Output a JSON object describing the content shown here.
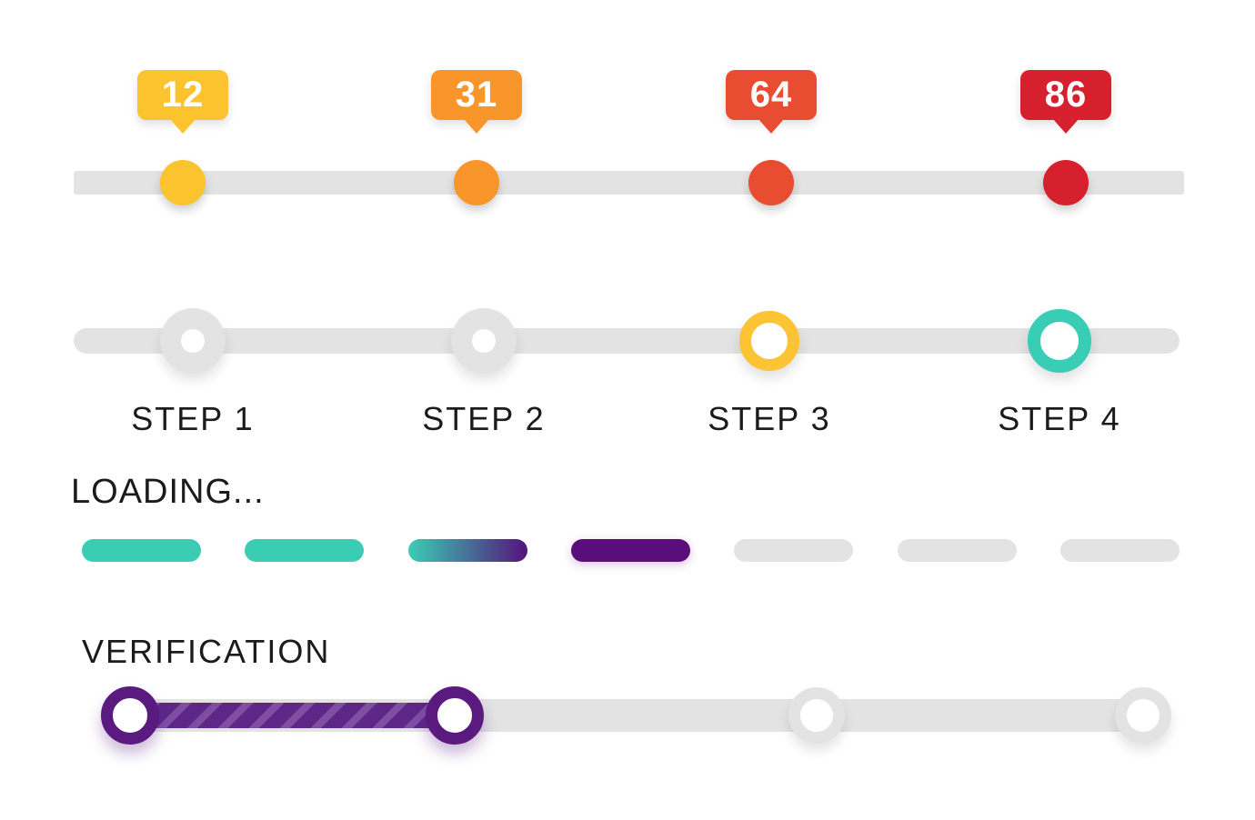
{
  "text_color": "#1b1b1b",
  "track_color": "#e3e3e3",
  "tooltip_slider": {
    "points": [
      {
        "value": "12",
        "color": "#fbc32d"
      },
      {
        "value": "31",
        "color": "#f8962b"
      },
      {
        "value": "64",
        "color": "#e84c31"
      },
      {
        "value": "86",
        "color": "#d7202e"
      }
    ]
  },
  "step_slider": {
    "steps": [
      {
        "label": "STEP 1",
        "state": "pending",
        "node_color": "#e3e3e3"
      },
      {
        "label": "STEP 2",
        "state": "pending",
        "node_color": "#e3e3e3"
      },
      {
        "label": "STEP 3",
        "state": "active",
        "ring_color": "#fcc335"
      },
      {
        "label": "STEP 4",
        "state": "active",
        "ring_color": "#38cdb4"
      }
    ]
  },
  "loading_bar": {
    "label": "LOADING...",
    "segments": [
      {
        "state": "complete",
        "color": "#3bcdb4"
      },
      {
        "state": "complete",
        "color": "#3bcdb4"
      },
      {
        "state": "in-progress",
        "color_start": "#3bcdb4",
        "color_end": "#54137b"
      },
      {
        "state": "current",
        "color": "#5a0e7c"
      },
      {
        "state": "pending",
        "color": "#e3e3e3"
      },
      {
        "state": "pending",
        "color": "#e3e3e3"
      },
      {
        "state": "pending",
        "color": "#e3e3e3"
      }
    ]
  },
  "verification_bar": {
    "label": "VERIFICATION",
    "progress_color": "#5d2787",
    "progress_stripe_color": "#7f4ea3",
    "ring_color": "#5b1a80",
    "nodes": [
      {
        "state": "complete"
      },
      {
        "state": "complete"
      },
      {
        "state": "pending"
      },
      {
        "state": "pending"
      }
    ]
  }
}
